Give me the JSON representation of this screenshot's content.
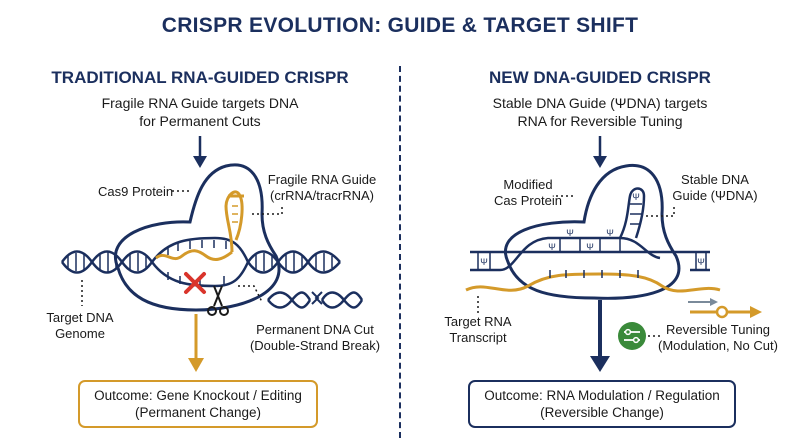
{
  "title": "CRISPR EVOLUTION: GUIDE & TARGET SHIFT",
  "left": {
    "heading": "TRADITIONAL RNA-GUIDED CRISPR",
    "subtitle_line1": "Fragile RNA Guide targets DNA",
    "subtitle_line2": "for Permanent Cuts",
    "protein_label": "Cas9 Protein",
    "guide_label_line1": "Fragile RNA Guide",
    "guide_label_line2": "(crRNA/tracrRNA)",
    "target_label_line1": "Target DNA",
    "target_label_line2": "Genome",
    "cut_label_line1": "Permanent DNA Cut",
    "cut_label_line2": "(Double-Strand Break)",
    "outcome_line1": "Outcome: Gene Knockout / Editing",
    "outcome_line2": "(Permanent Change)"
  },
  "right": {
    "heading": "NEW DNA-GUIDED CRISPR",
    "subtitle_line1": "Stable DNA Guide (ΨDNA) targets",
    "subtitle_line2": "RNA for Reversible Tuning",
    "protein_label_line1": "Modified",
    "protein_label_line2": "Cas Protein",
    "guide_label_line1": "Stable DNA",
    "guide_label_line2": "Guide (ΨDNA)",
    "target_label_line1": "Target RNA",
    "target_label_line2": "Transcript",
    "tuning_label_line1": "Reversible Tuning",
    "tuning_label_line2": "(Modulation, No Cut)",
    "psi_symbol": "Ψ",
    "outcome_line1": "Outcome: RNA Modulation / Regulation",
    "outcome_line2": "(Reversible Change)"
  },
  "colors": {
    "navy": "#1b2f5e",
    "gold": "#d49a2a",
    "red": "#d9342b",
    "green": "#3a8a3a"
  }
}
